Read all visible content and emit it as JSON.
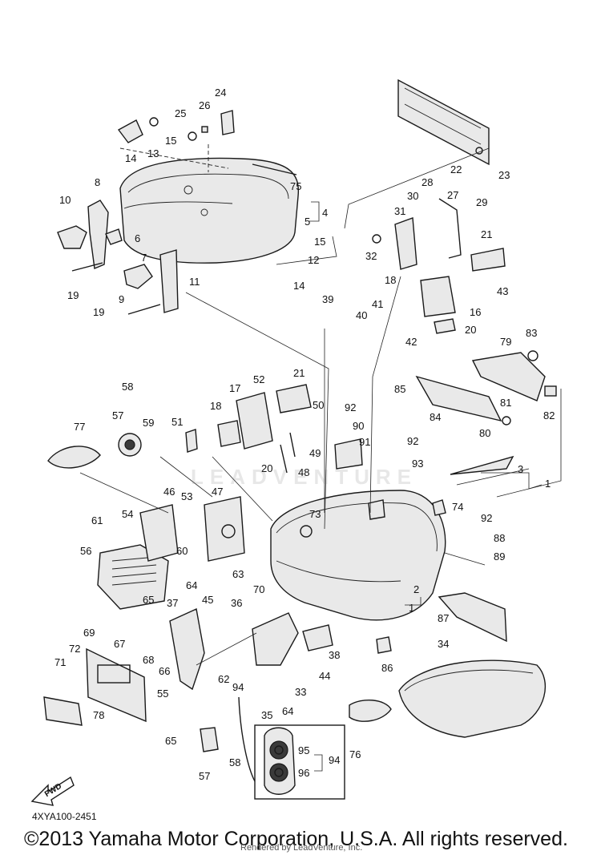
{
  "diagram": {
    "drawing_code": "4XYA100-2451",
    "copyright": "©2013 Yamaha Motor Corporation, U.S.A. All rights reserved.",
    "watermark_rendered": "Rendered by LeadVenture, Inc.",
    "watermark_brand": "LEADVENTURE",
    "fwd_label": "FWD",
    "callouts": [
      {
        "id": "c24",
        "label": "24"
      },
      {
        "id": "c25",
        "label": "25"
      },
      {
        "id": "c26",
        "label": "26"
      },
      {
        "id": "c13",
        "label": "13"
      },
      {
        "id": "c14a",
        "label": "14"
      },
      {
        "id": "c15a",
        "label": "15"
      },
      {
        "id": "c22",
        "label": "22"
      },
      {
        "id": "c23",
        "label": "23"
      },
      {
        "id": "c75",
        "label": "75"
      },
      {
        "id": "c4",
        "label": "4"
      },
      {
        "id": "c5",
        "label": "5"
      },
      {
        "id": "c8",
        "label": "8"
      },
      {
        "id": "c10",
        "label": "10"
      },
      {
        "id": "c6",
        "label": "6"
      },
      {
        "id": "c7",
        "label": "7"
      },
      {
        "id": "c9",
        "label": "9"
      },
      {
        "id": "c11",
        "label": "11"
      },
      {
        "id": "c19a",
        "label": "19"
      },
      {
        "id": "c19b",
        "label": "19"
      },
      {
        "id": "c15b",
        "label": "15"
      },
      {
        "id": "c12",
        "label": "12"
      },
      {
        "id": "c14b",
        "label": "14"
      },
      {
        "id": "c28",
        "label": "28"
      },
      {
        "id": "c30",
        "label": "30"
      },
      {
        "id": "c27",
        "label": "27"
      },
      {
        "id": "c29",
        "label": "29"
      },
      {
        "id": "c31",
        "label": "31"
      },
      {
        "id": "c32",
        "label": "32"
      },
      {
        "id": "c21a",
        "label": "21"
      },
      {
        "id": "c18a",
        "label": "18"
      },
      {
        "id": "c43",
        "label": "43"
      },
      {
        "id": "c39",
        "label": "39"
      },
      {
        "id": "c41",
        "label": "41"
      },
      {
        "id": "c40",
        "label": "40"
      },
      {
        "id": "c16",
        "label": "16"
      },
      {
        "id": "c20a",
        "label": "20"
      },
      {
        "id": "c42",
        "label": "42"
      },
      {
        "id": "c83",
        "label": "83"
      },
      {
        "id": "c79",
        "label": "79"
      },
      {
        "id": "c85",
        "label": "85"
      },
      {
        "id": "c81",
        "label": "81"
      },
      {
        "id": "c82",
        "label": "82"
      },
      {
        "id": "c84",
        "label": "84"
      },
      {
        "id": "c80",
        "label": "80"
      },
      {
        "id": "c58",
        "label": "58"
      },
      {
        "id": "c52",
        "label": "52"
      },
      {
        "id": "c21b",
        "label": "21"
      },
      {
        "id": "c17",
        "label": "17"
      },
      {
        "id": "c18b",
        "label": "18"
      },
      {
        "id": "c50",
        "label": "50"
      },
      {
        "id": "c92a",
        "label": "92"
      },
      {
        "id": "c90",
        "label": "90"
      },
      {
        "id": "c91",
        "label": "91"
      },
      {
        "id": "c57a",
        "label": "57"
      },
      {
        "id": "c59",
        "label": "59"
      },
      {
        "id": "c51",
        "label": "51"
      },
      {
        "id": "c77",
        "label": "77"
      },
      {
        "id": "c49",
        "label": "49"
      },
      {
        "id": "c20b",
        "label": "20"
      },
      {
        "id": "c48",
        "label": "48"
      },
      {
        "id": "c92b",
        "label": "92"
      },
      {
        "id": "c93",
        "label": "93"
      },
      {
        "id": "c3",
        "label": "3"
      },
      {
        "id": "c1a",
        "label": "1"
      },
      {
        "id": "c46",
        "label": "46"
      },
      {
        "id": "c47",
        "label": "47"
      },
      {
        "id": "c53",
        "label": "53"
      },
      {
        "id": "c54",
        "label": "54"
      },
      {
        "id": "c61",
        "label": "61"
      },
      {
        "id": "c73",
        "label": "73"
      },
      {
        "id": "c74",
        "label": "74"
      },
      {
        "id": "c92c",
        "label": "92"
      },
      {
        "id": "c88",
        "label": "88"
      },
      {
        "id": "c89",
        "label": "89"
      },
      {
        "id": "c56",
        "label": "56"
      },
      {
        "id": "c60",
        "label": "60"
      },
      {
        "id": "c63",
        "label": "63"
      },
      {
        "id": "c70",
        "label": "70"
      },
      {
        "id": "c64a",
        "label": "64"
      },
      {
        "id": "c65a",
        "label": "65"
      },
      {
        "id": "c37",
        "label": "37"
      },
      {
        "id": "c45",
        "label": "45"
      },
      {
        "id": "c36",
        "label": "36"
      },
      {
        "id": "c2",
        "label": "2"
      },
      {
        "id": "c1b",
        "label": "1"
      },
      {
        "id": "c87",
        "label": "87"
      },
      {
        "id": "c69",
        "label": "69"
      },
      {
        "id": "c72",
        "label": "72"
      },
      {
        "id": "c67",
        "label": "67"
      },
      {
        "id": "c68",
        "label": "68"
      },
      {
        "id": "c66",
        "label": "66"
      },
      {
        "id": "c38",
        "label": "38"
      },
      {
        "id": "c34",
        "label": "34"
      },
      {
        "id": "c71",
        "label": "71"
      },
      {
        "id": "c62",
        "label": "62"
      },
      {
        "id": "c44",
        "label": "44"
      },
      {
        "id": "c86",
        "label": "86"
      },
      {
        "id": "c55",
        "label": "55"
      },
      {
        "id": "c94a",
        "label": "94"
      },
      {
        "id": "c33",
        "label": "33"
      },
      {
        "id": "c35",
        "label": "35"
      },
      {
        "id": "c64b",
        "label": "64"
      },
      {
        "id": "c78",
        "label": "78"
      },
      {
        "id": "c65b",
        "label": "65"
      },
      {
        "id": "c76",
        "label": "76"
      },
      {
        "id": "c95",
        "label": "95"
      },
      {
        "id": "c94b",
        "label": "94"
      },
      {
        "id": "c96",
        "label": "96"
      },
      {
        "id": "c57b",
        "label": "57"
      },
      {
        "id": "c58b",
        "label": "58"
      }
    ]
  }
}
